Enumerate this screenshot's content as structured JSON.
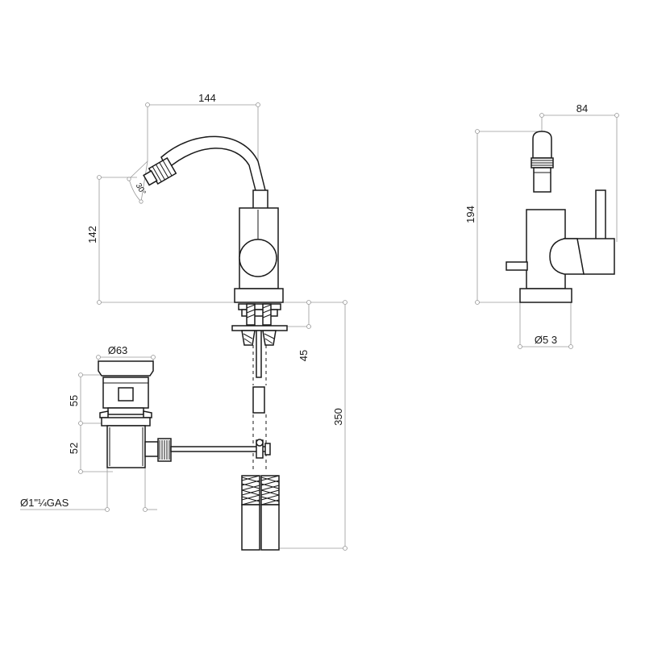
{
  "drawing": {
    "front_view": {
      "width_label": "144",
      "height_label": "142",
      "angle_label": "30°",
      "mount_thickness_label": "45",
      "hose_length_label": "350"
    },
    "side_view": {
      "depth_label": "84",
      "height_label": "194",
      "hole_label": "Ø5 3"
    },
    "waste": {
      "diameter_label": "Ø63",
      "upper_height_label": "55",
      "lower_height_label": "52",
      "thread_label": "Ø1\"¼GAS"
    },
    "colors": {
      "line": "#1a1a1a",
      "dimension": "#9a9a9a",
      "background": "#ffffff"
    }
  }
}
